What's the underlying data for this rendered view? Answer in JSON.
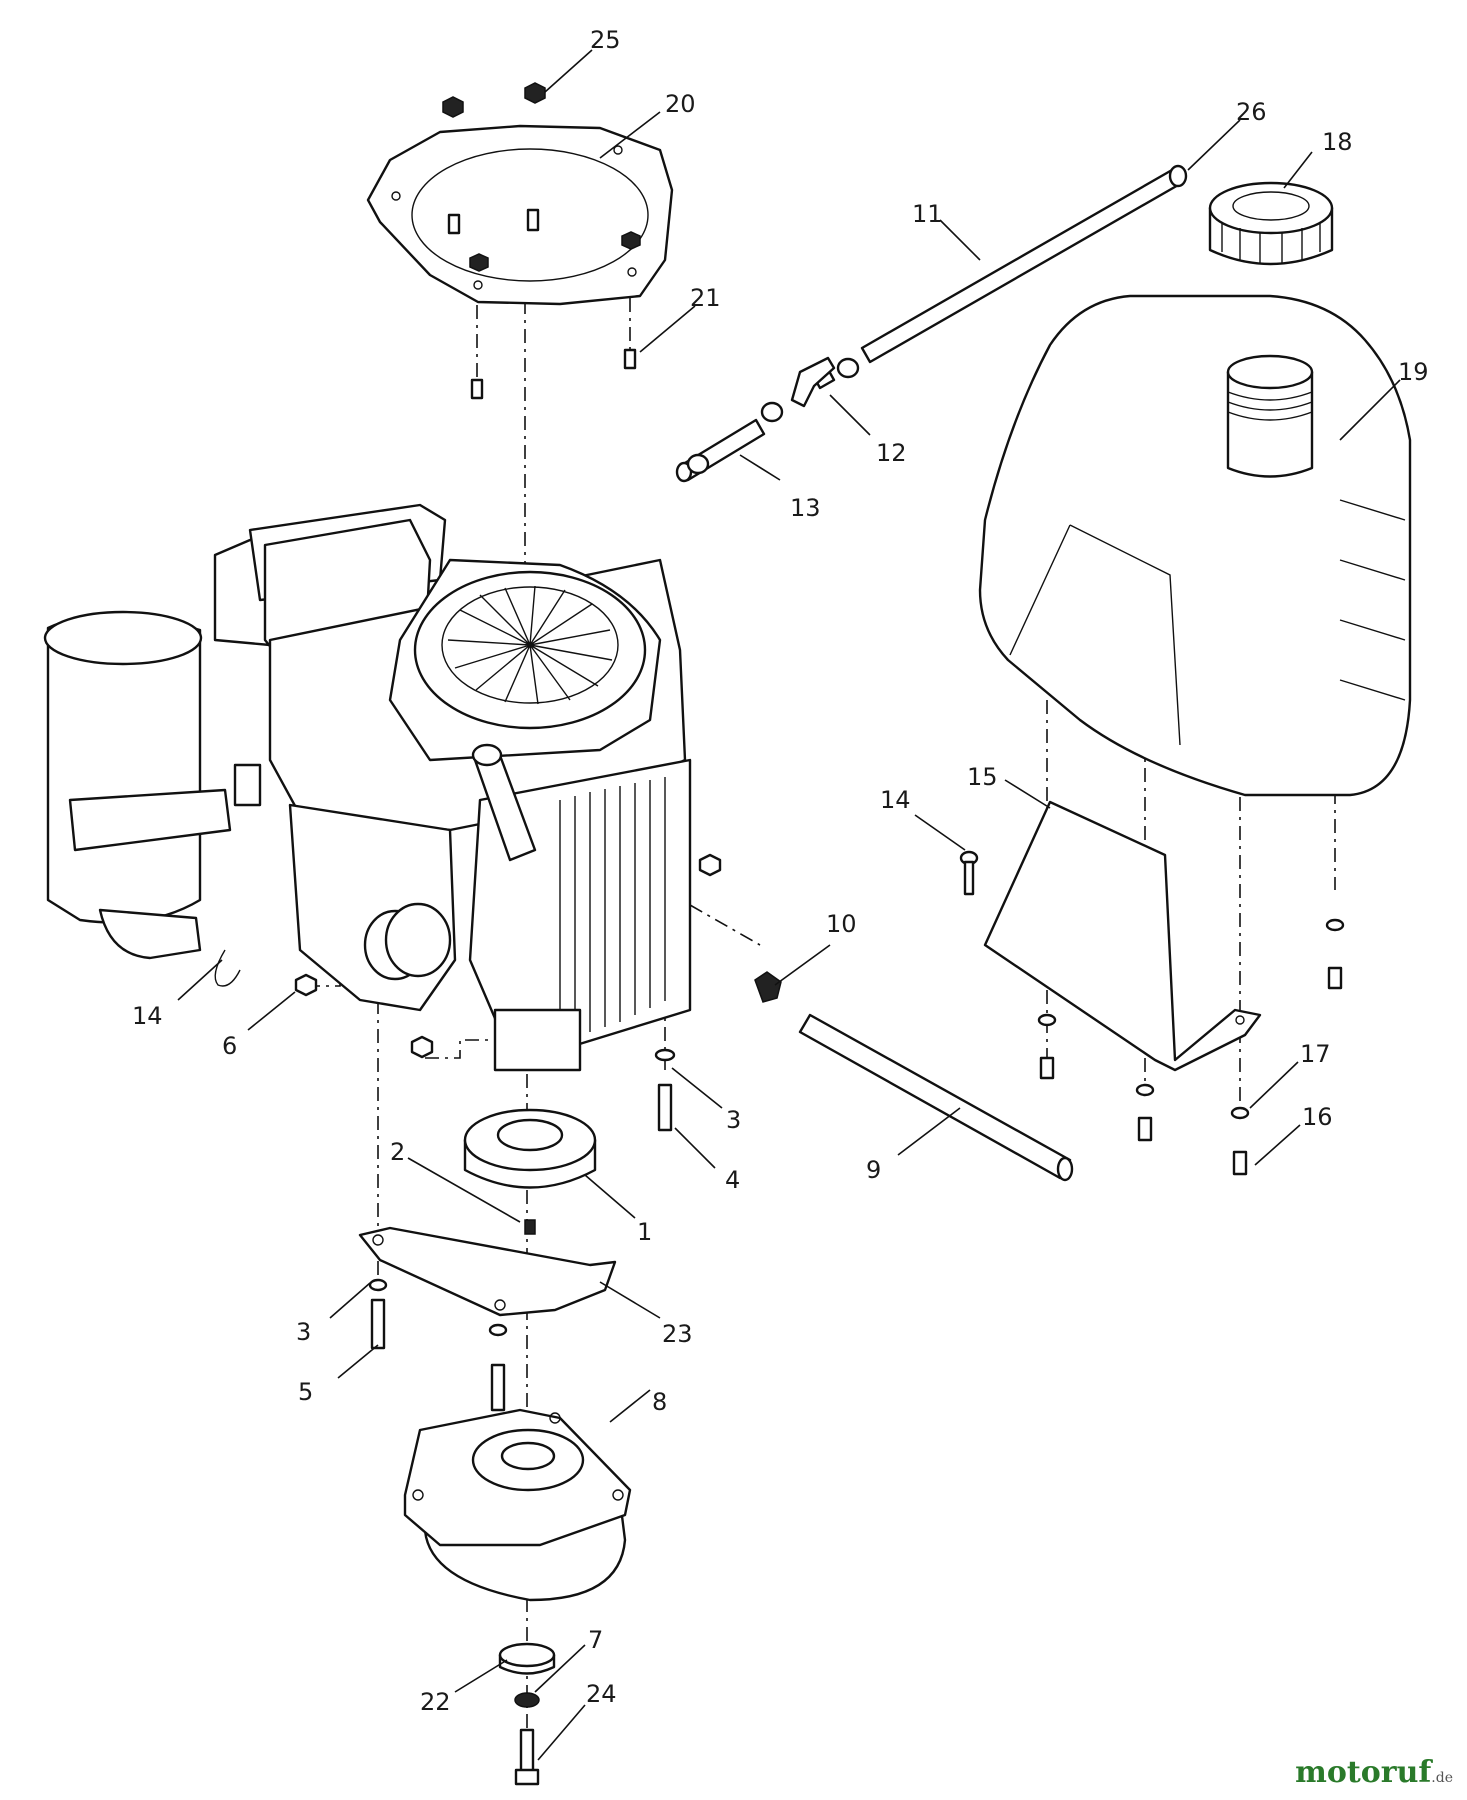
{
  "labels": [
    "25",
    "20",
    "26",
    "18",
    "11",
    "21",
    "19",
    "12",
    "13",
    "14",
    "15",
    "10",
    "6",
    "3",
    "4",
    "9",
    "17",
    "16",
    "2",
    "1",
    "3",
    "23",
    "5",
    "8",
    "7",
    "22",
    "24",
    "14"
  ],
  "watermark": {
    "text": "motoruf",
    "tld": ".de"
  },
  "colors": {
    "line": "#111111",
    "watermark_green": "#2a7a2a",
    "watermark_orange": "#d98c1a"
  }
}
